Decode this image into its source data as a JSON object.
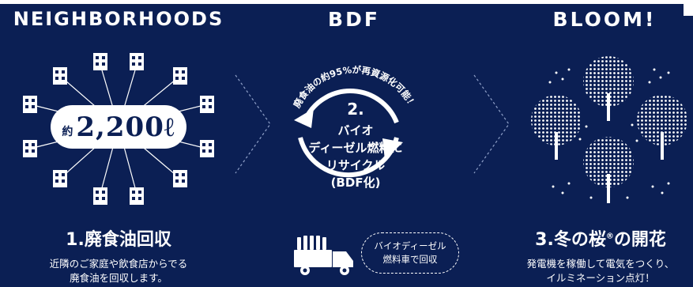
{
  "columns": {
    "left": {
      "title": "NEIGHBORHOODS",
      "amount_prefix": "約",
      "amount": "2,200ℓ",
      "caption": "1.廃食油回収",
      "desc_line1": "近隣のご家庭や飲食店からでる",
      "desc_line2": "廃食油を回収します。"
    },
    "center": {
      "title": "BDF",
      "arc_text": "廃食油の約95%が再資源化可能！",
      "step_number": "2.",
      "line1": "バイオ",
      "line2": "ディーゼル燃料に",
      "line3": "リサイクル",
      "line4": "(BDF化)",
      "bubble_line1": "バイオディーゼル",
      "bubble_line2": "燃料車で回収"
    },
    "right": {
      "title": "BLOOM!",
      "caption_main": "3.冬の桜",
      "caption_mark": "®",
      "caption_end": "の開花",
      "desc_line1": "発電機を稼働して電気をつくり、",
      "desc_line2": "イルミネーション点灯！"
    }
  },
  "icons": [
    "building-icon",
    "tree-icon",
    "truck-icon",
    "recycle-arrow-icon",
    "chevron-right-icon"
  ],
  "colors": {
    "background": "#0b1f54",
    "foreground": "#ffffff"
  }
}
